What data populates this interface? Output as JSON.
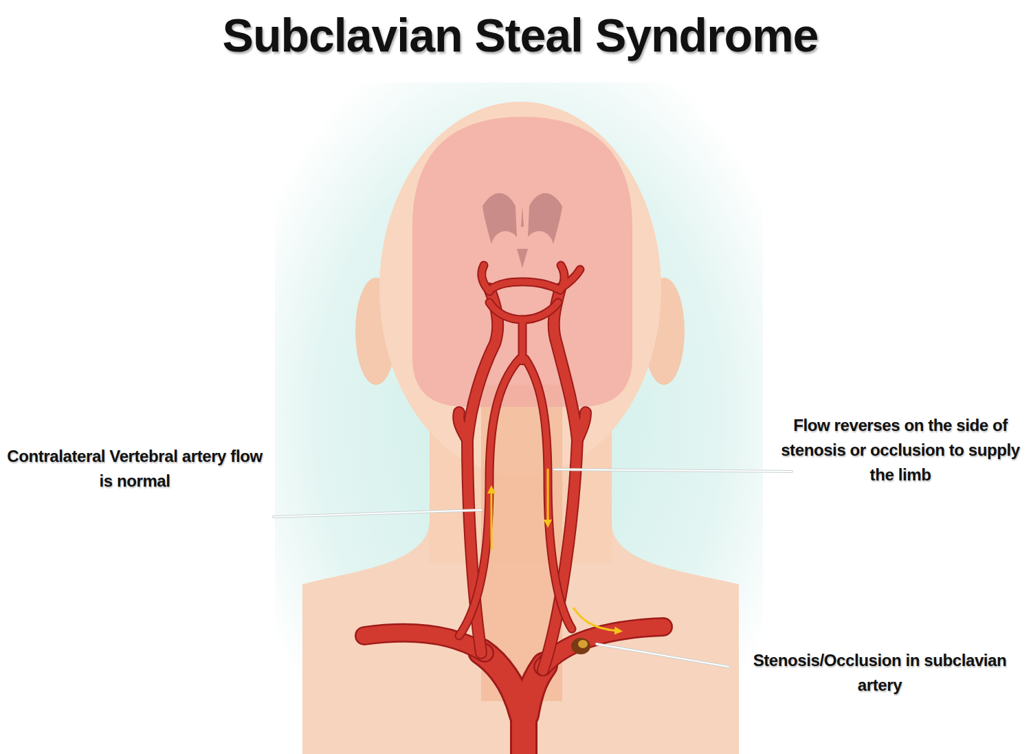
{
  "diagram": {
    "title": "Subclavian Steal Syndrome",
    "labels": [
      "Contralateral Vertebral artery flow is normal",
      "Flow reverses on the side of stenosis or occlusion to supply the limb",
      "Stenosis/Occlusion in subclavian artery"
    ]
  }
}
